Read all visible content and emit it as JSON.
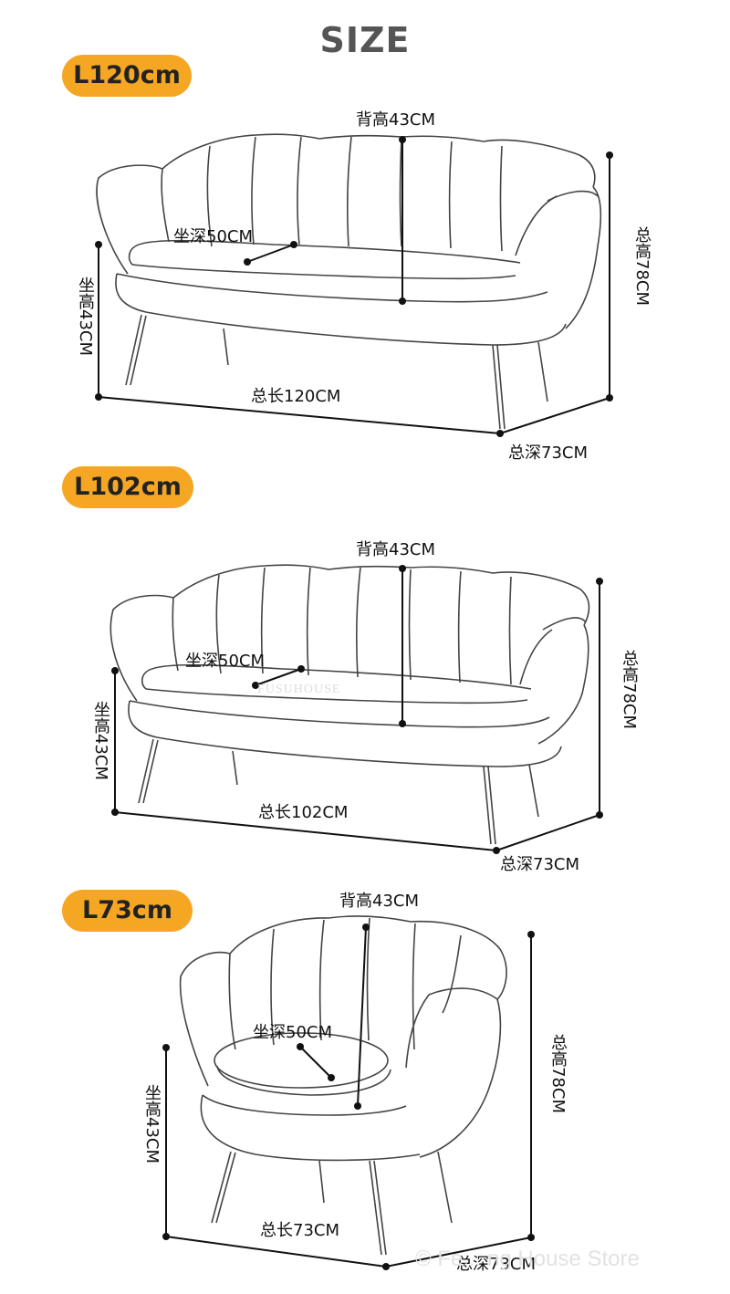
{
  "header": {
    "title": "SIZE"
  },
  "sections": [
    {
      "badge": "L120cm",
      "labels": {
        "back_height": "背高43CM",
        "seat_depth": "坐深50CM",
        "seat_height": "坐高43CM",
        "total_height": "总高78CM",
        "total_length": "总长120CM",
        "total_depth": "总深73CM"
      }
    },
    {
      "badge": "L102cm",
      "labels": {
        "back_height": "背高43CM",
        "seat_depth": "坐深50CM",
        "seat_height": "坐高43CM",
        "total_height": "总高78CM",
        "total_length": "总长102CM",
        "total_depth": "总深73CM"
      }
    },
    {
      "badge": "L73cm",
      "labels": {
        "back_height": "背高43CM",
        "seat_depth": "坐深50CM",
        "seat_height": "坐高43CM",
        "total_height": "总高78CM",
        "total_length": "总长73CM",
        "total_depth": "总深73CM"
      }
    }
  ],
  "watermarks": {
    "store": "© Fe... ng House Store",
    "brand": "FUSUHOUSE"
  }
}
